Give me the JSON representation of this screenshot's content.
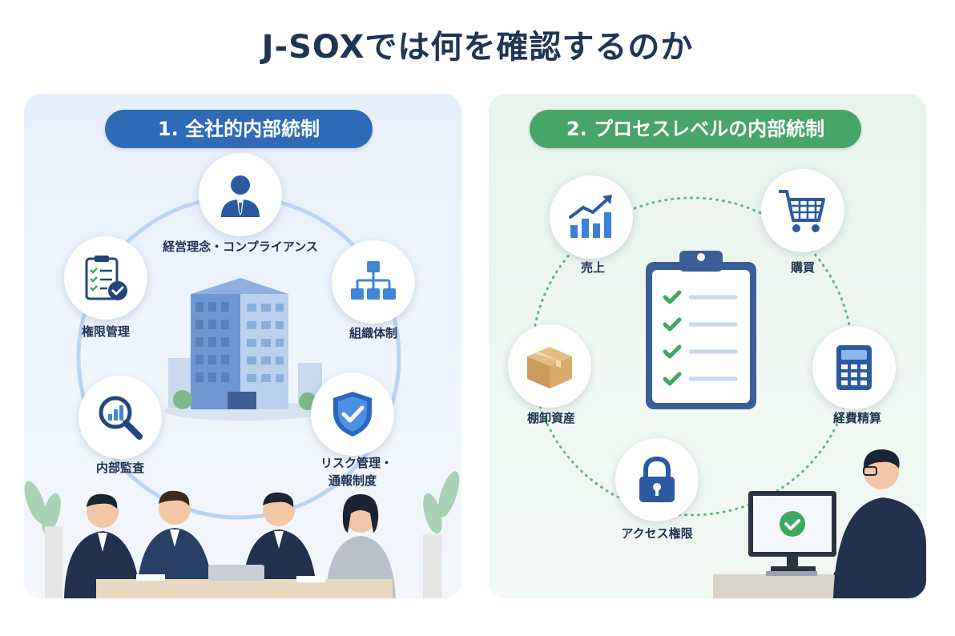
{
  "title": "J-SOXでは何を確認するのか",
  "left_panel": {
    "heading": "1. 全社的内部統制",
    "items": [
      {
        "label": "経営理念・コンプライアンス",
        "icon": "businessman-icon"
      },
      {
        "label": "組織体制",
        "icon": "org-chart-icon"
      },
      {
        "label": "リスク管理・",
        "label2": "通報制度",
        "icon": "shield-check-icon"
      },
      {
        "label": "内部監査",
        "icon": "magnifier-chart-icon"
      },
      {
        "label": "権限管理",
        "icon": "clipboard-check-icon"
      }
    ]
  },
  "right_panel": {
    "heading": "2. プロセスレベルの内部統制",
    "items": [
      {
        "label": "売上",
        "icon": "sales-chart-icon"
      },
      {
        "label": "購買",
        "icon": "shopping-cart-icon"
      },
      {
        "label": "経費精算",
        "icon": "calculator-icon"
      },
      {
        "label": "アクセス権限",
        "icon": "padlock-icon"
      },
      {
        "label": "棚卸資産",
        "icon": "cardboard-box-icon"
      }
    ]
  },
  "colors": {
    "title": "#1f3554",
    "blue_accent": "#2f6bb7",
    "green_accent": "#48a56a",
    "check_green": "#3fa862"
  }
}
